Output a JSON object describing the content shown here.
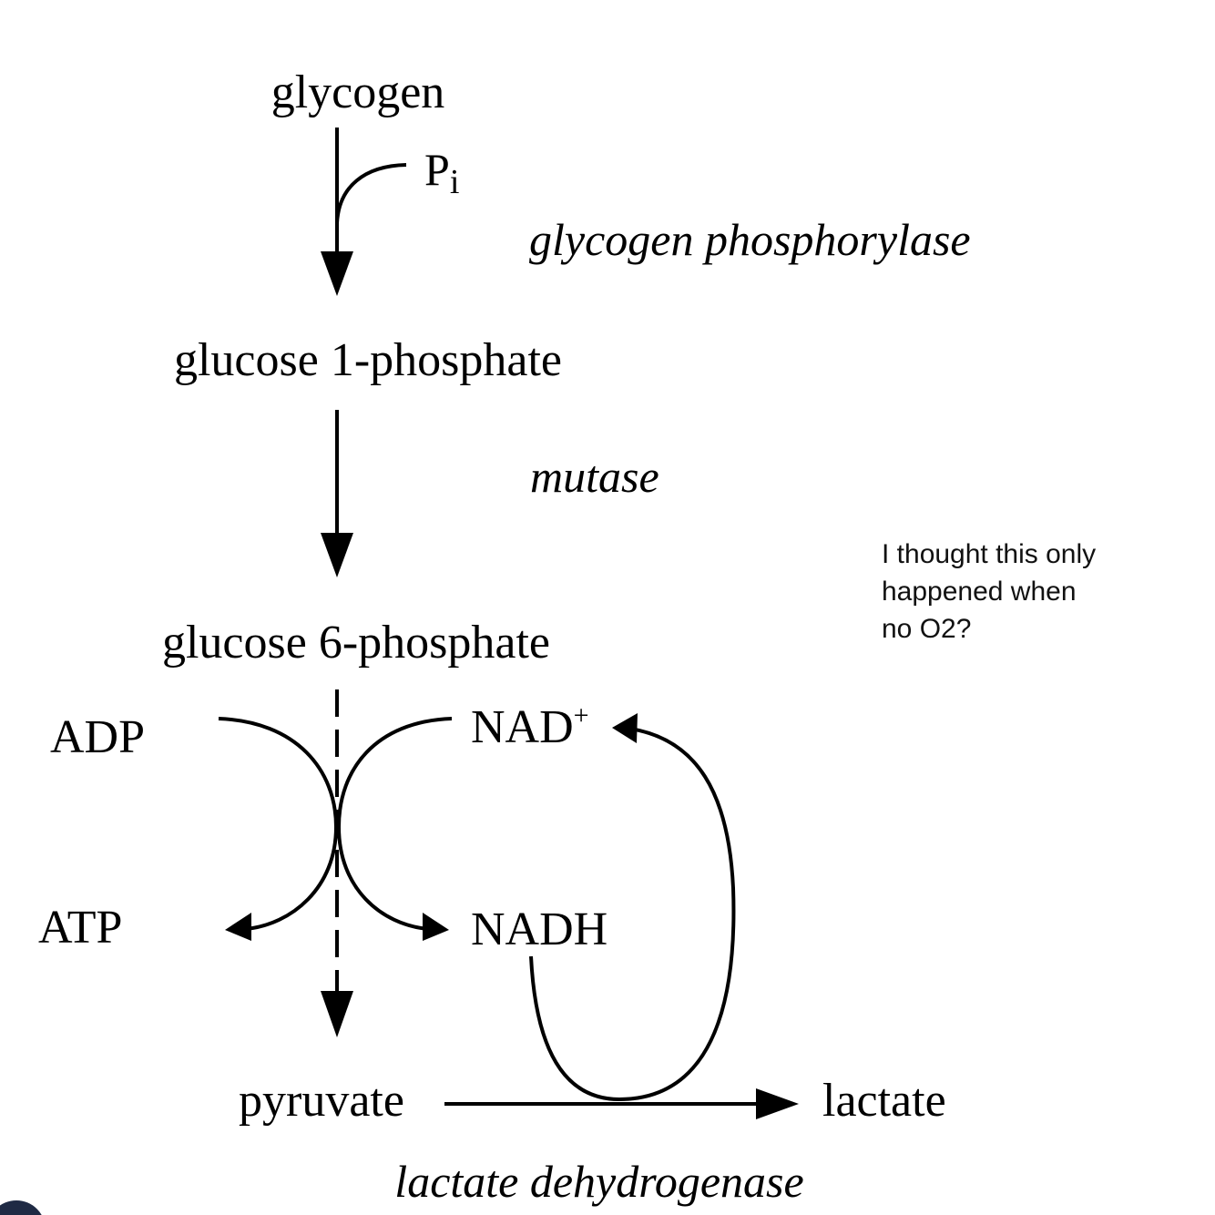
{
  "metabolites": {
    "glycogen": "glycogen",
    "pi_base": "P",
    "pi_sub": "i",
    "g1p": "glucose 1-phosphate",
    "g6p": "glucose 6-phosphate",
    "adp": "ADP",
    "atp": "ATP",
    "nad_base": "NAD",
    "nad_sup": "+",
    "nadh": "NADH",
    "pyruvate": "pyruvate",
    "lactate": "lactate"
  },
  "enzymes": {
    "phosphorylase": "glycogen phosphorylase",
    "mutase": "mutase",
    "ldh": "lactate dehydrogenase"
  },
  "note": {
    "line1": "I thought this only",
    "line2": "happened when",
    "line3": "no O2?"
  }
}
